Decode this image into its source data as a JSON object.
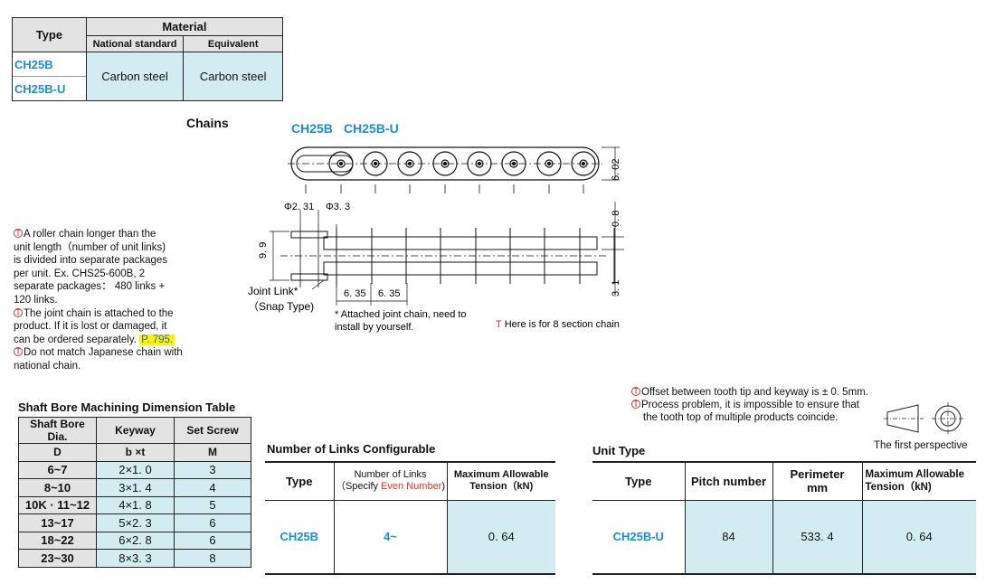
{
  "material_table": {
    "type_header": "Type",
    "material_header": "Material",
    "national_header": "National standard",
    "equivalent_header": "Equivalent",
    "types": [
      "CH25B",
      "CH25B-U"
    ],
    "national_value": "Carbon steel",
    "equivalent_value": "Carbon steel"
  },
  "chains_title": "Chains",
  "diagram": {
    "label_ch25b": "CH25B",
    "label_ch25bu": "CH25B-U",
    "dim_602": "6. 02",
    "dim_08": "0. 8",
    "dim_99": "9. 9",
    "dim_31": "3. 1",
    "dim_phi231": "Φ2. 31",
    "dim_phi33": "Φ3. 3",
    "dim_635a": "6. 35",
    "dim_635b": "6. 35",
    "joint_link": "Joint Link*",
    "snap_type": "（Snap Type)",
    "attached_note_1": "* Attached joint chain, need to",
    "attached_note_2": "install by yourself.",
    "section_note": "Here is for 8 section chain",
    "note_mark": "T"
  },
  "notes": {
    "mark": "T",
    "n1": [
      "A roller chain longer than the",
      " unit length（number of unit links)",
      " is divided into separate packages",
      "per unit. Ex. CHS25-600B, 2",
      "separate packages： 480 links +",
      "120 links."
    ],
    "n2": [
      "The joint chain is attached to the",
      " product.   If it is lost or damaged,   it",
      "can be ordered separately."
    ],
    "n2_link": "P. 795.",
    "n3": [
      "Do not match Japanese chain with",
      "national chain."
    ]
  },
  "shaft_table": {
    "title": "Shaft Bore Machining Dimension Table",
    "headers": [
      "Shaft Bore Dia.",
      "Keyway",
      "Set Screw"
    ],
    "subheaders": [
      "D",
      "b ×t",
      "M"
    ],
    "rows": [
      [
        "6~7",
        "2×1. 0",
        "3"
      ],
      [
        "8~10",
        "3×1. 4",
        "4"
      ],
      [
        "10K · 11~12",
        "4×1. 8",
        "5"
      ],
      [
        "13~17",
        "5×2. 3",
        "6"
      ],
      [
        "18~22",
        "6×2. 8",
        "6"
      ],
      [
        "23~30",
        "8×3. 3",
        "8"
      ]
    ]
  },
  "links_table": {
    "title": "Number of Links Configurable",
    "type_header": "Type",
    "links_header_1": "Number of Links",
    "links_header_2a": "（Specify ",
    "links_header_2b": "Even Number",
    "links_header_2c": ")",
    "tension_header_1": "Maximum Allowable",
    "tension_header_2": "Tension（kN)",
    "type": "CH25B",
    "links": "4~",
    "tension": "0. 64"
  },
  "offset_notes": {
    "mark": "T",
    "line1": "Offset between tooth tip and keyway is ± 0. 5mm.",
    "line2": "Process problem,  it is impossible to ensure that",
    "line3": "the tooth top of multiple products coincide.",
    "perspective": "The first perspective"
  },
  "unit_table": {
    "title": "Unit Type",
    "type_header": "Type",
    "pitch_header": "Pitch number",
    "perimeter_header_1": "Perimeter",
    "perimeter_header_2": "mm",
    "tension_header_1": "Maximum Allowable",
    "tension_header_2": "Tension（kN)",
    "type": "CH25B-U",
    "pitch": "84",
    "perimeter": "533. 4",
    "tension": "0. 64"
  },
  "colors": {
    "accent_blue": "#1a8fd0",
    "cell_cyan": "#d2ecf1",
    "header_gray": "#e3e3e3",
    "highlight": "#fff200",
    "mark_red": "#cc3333"
  }
}
